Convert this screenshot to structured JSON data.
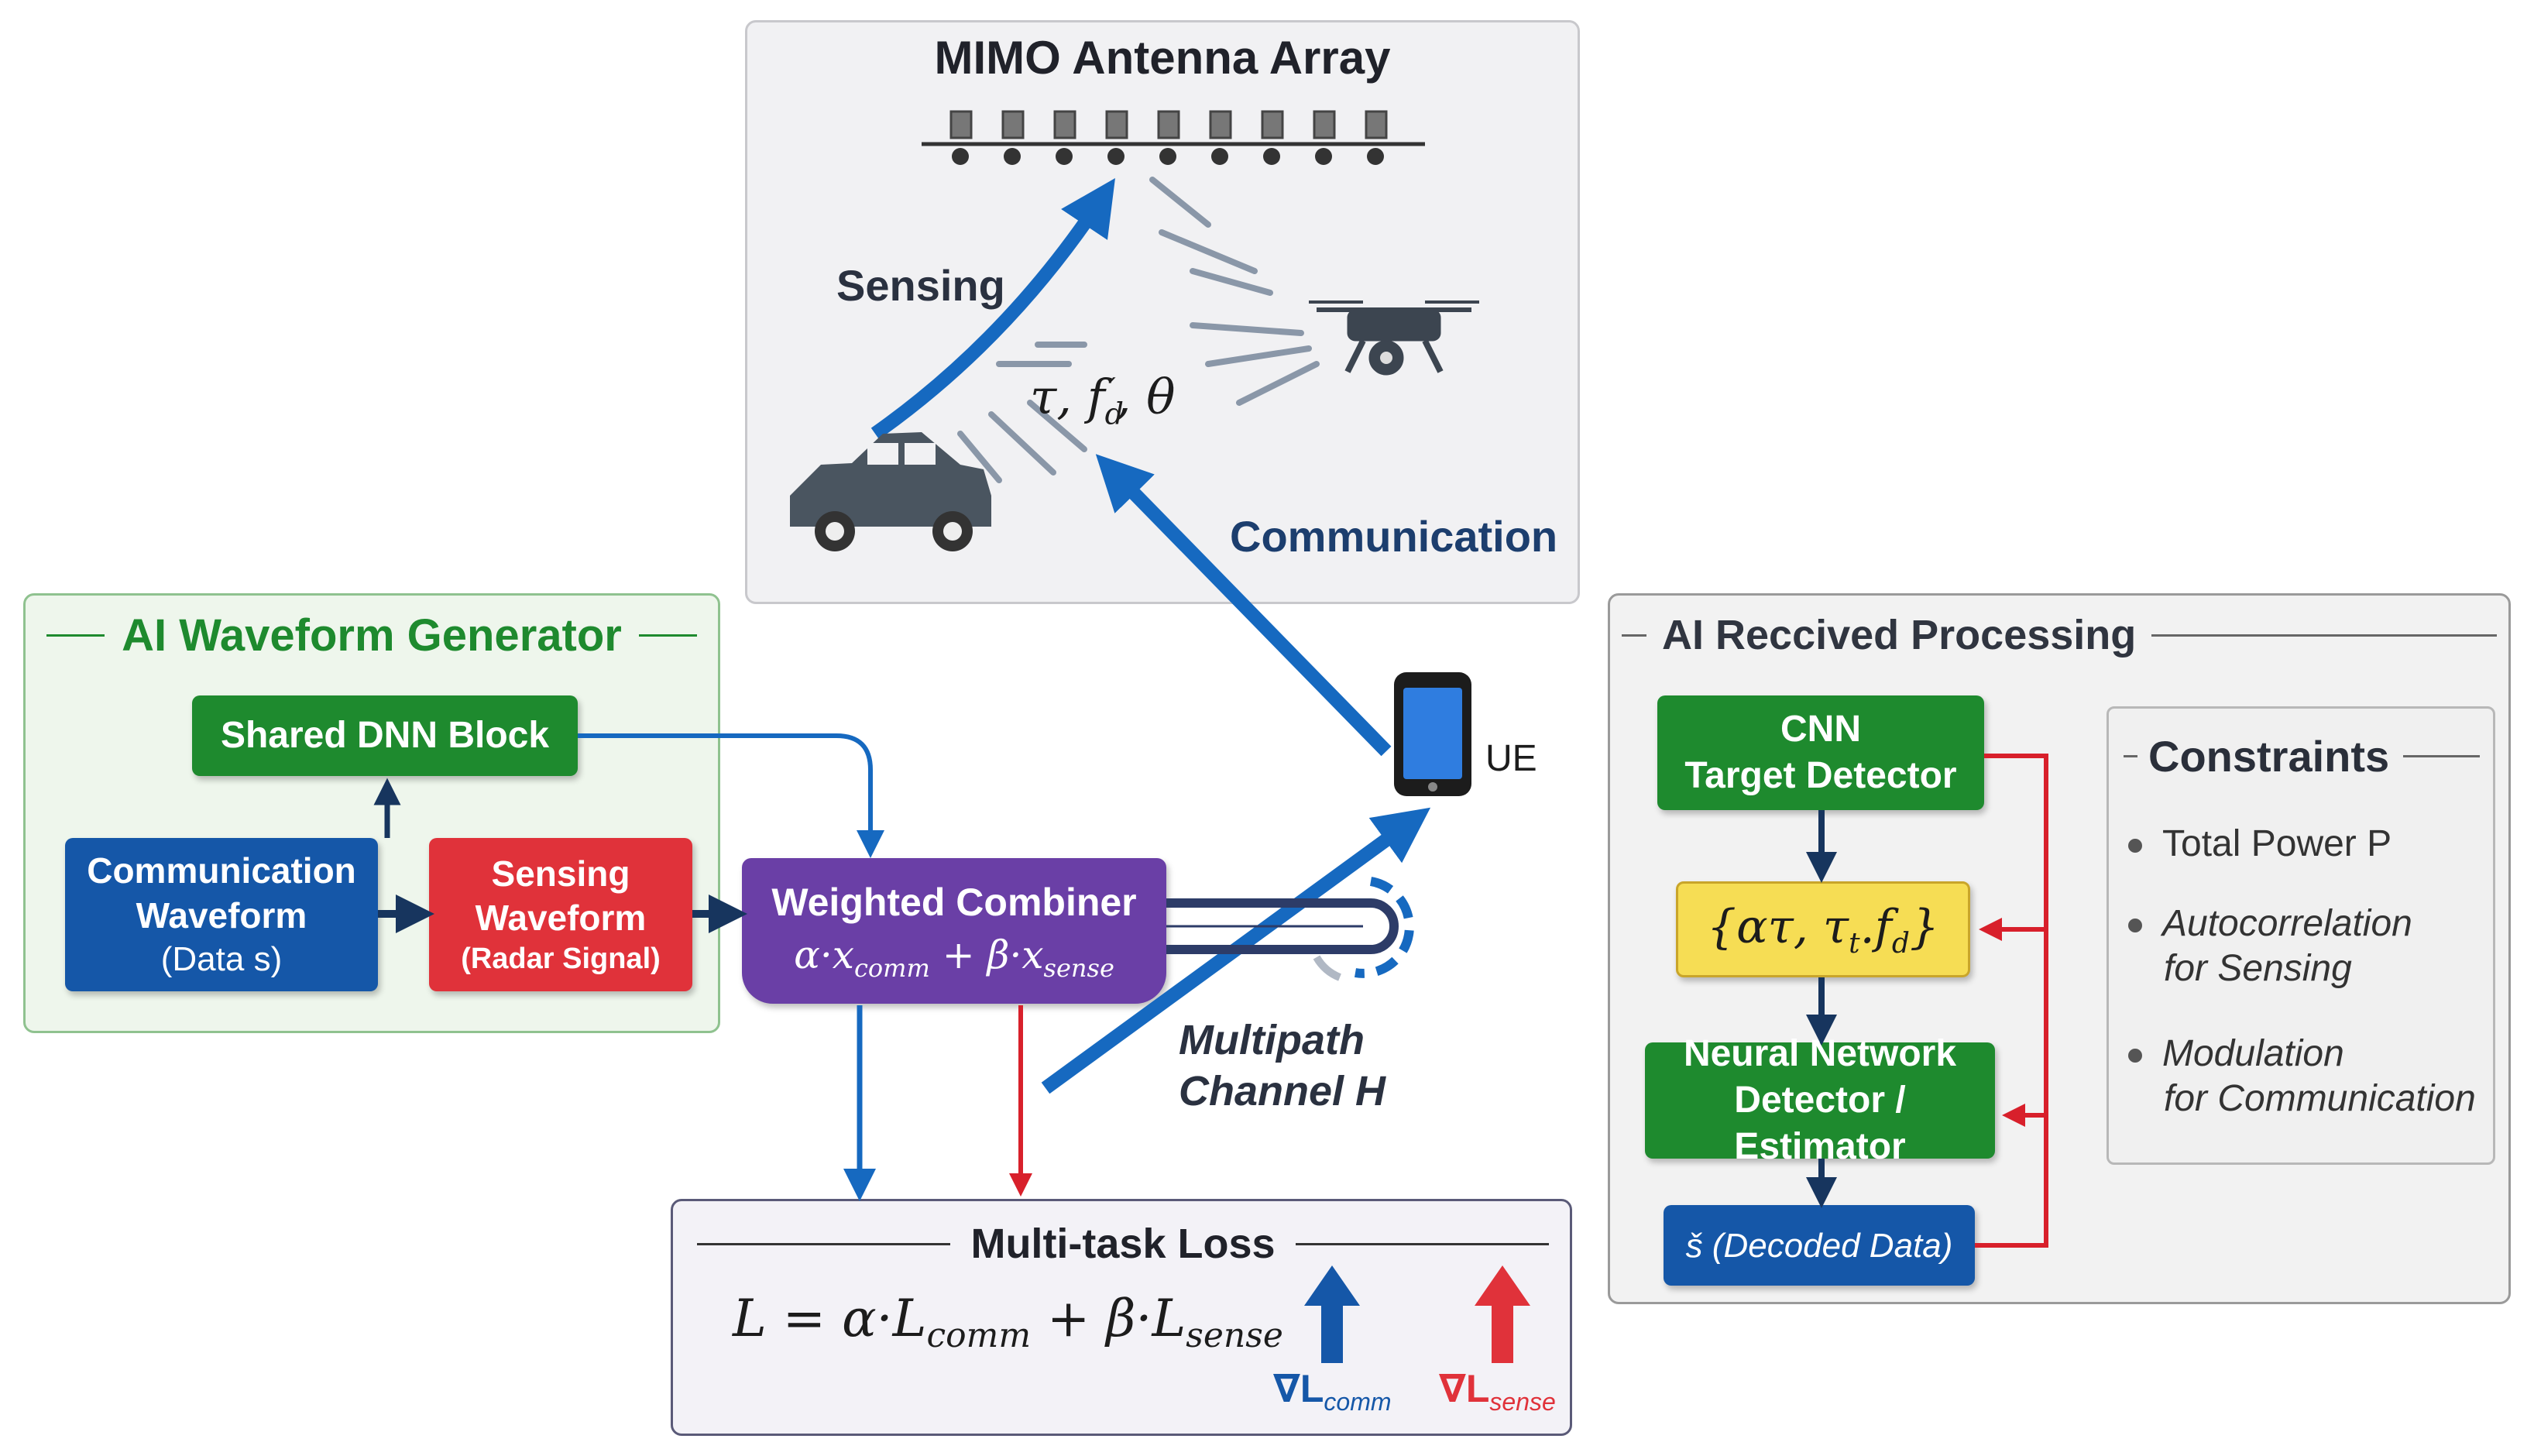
{
  "antenna": {
    "title": "MIMO Antenna Array",
    "sensing_label": "Sensing",
    "comm_label": "Communication",
    "params": "τ, f′d, θ"
  },
  "generator": {
    "title": "AI Waveform Generator",
    "shared_dnn": "Shared DNN Block",
    "comm_waveform": [
      "Communication",
      "Waveform",
      "(Data s)"
    ],
    "sensing_waveform": [
      "Sensing",
      "Waveform",
      "(Radar Signal)"
    ]
  },
  "combiner": {
    "title": "Weighted Combiner",
    "formula": "α·x_comm + β·x_sense"
  },
  "channel": {
    "line1": "Multipath",
    "line2": "Channel H"
  },
  "ue_label": "UE",
  "loss": {
    "title": "Multi-task Loss",
    "formula": "L = α·Lcomm + β·Lsense",
    "grad_comm": "∇Lcomm",
    "grad_sense": "∇Lsense"
  },
  "receiver": {
    "title": "AI Reccived Processing",
    "cnn": [
      "CNN",
      "Target Detector"
    ],
    "params": "{ατ, τt, fd}",
    "nn": [
      "Neural Network",
      "Detector / Estimator"
    ],
    "decoded": "š (Decoded Data)"
  },
  "constraints": {
    "title": "Constraints",
    "items": [
      [
        "Total Power P"
      ],
      [
        "Autocorrelation",
        "for Sensing"
      ],
      [
        "Modulation",
        "for Communication"
      ]
    ]
  },
  "colors": {
    "green": "#1e8a2e",
    "blue": "#1557a8",
    "red": "#e0323a",
    "purple": "#6a3fa6",
    "yellow": "#f6dd54",
    "arrow_blue": "#1669c0",
    "navy": "#17355e"
  }
}
